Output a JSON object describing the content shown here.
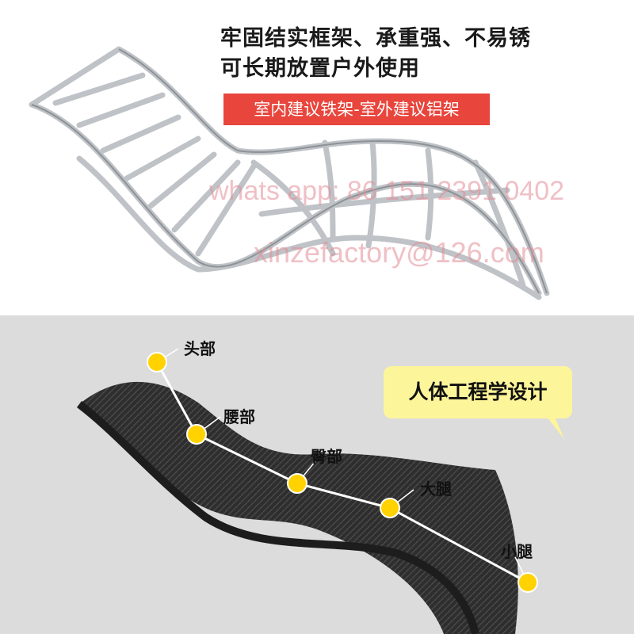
{
  "frame_panel": {
    "headline_line1": "牢固结实框架、承重强、不易锈",
    "headline_line2": "可长期放置户外使用",
    "banner": "室内建议铁架-室外建议铝架",
    "watermark_phone": "whats app: 86 151 2391 0402",
    "watermark_email": "xinzefactory@126.com"
  },
  "ergonomics_panel": {
    "bubble_text": "人体工程学设计",
    "points": [
      {
        "label": "头部"
      },
      {
        "label": "腰部"
      },
      {
        "label": "臀部"
      },
      {
        "label": "大腿"
      },
      {
        "label": "小腿"
      }
    ]
  },
  "colors": {
    "banner_red": "#e8453c",
    "marker_yellow": "#ffd200",
    "bubble_yellow": "#fdf59a",
    "frame_silver": "#bfc3c7",
    "wicker_dark": "#2e2e2e"
  }
}
